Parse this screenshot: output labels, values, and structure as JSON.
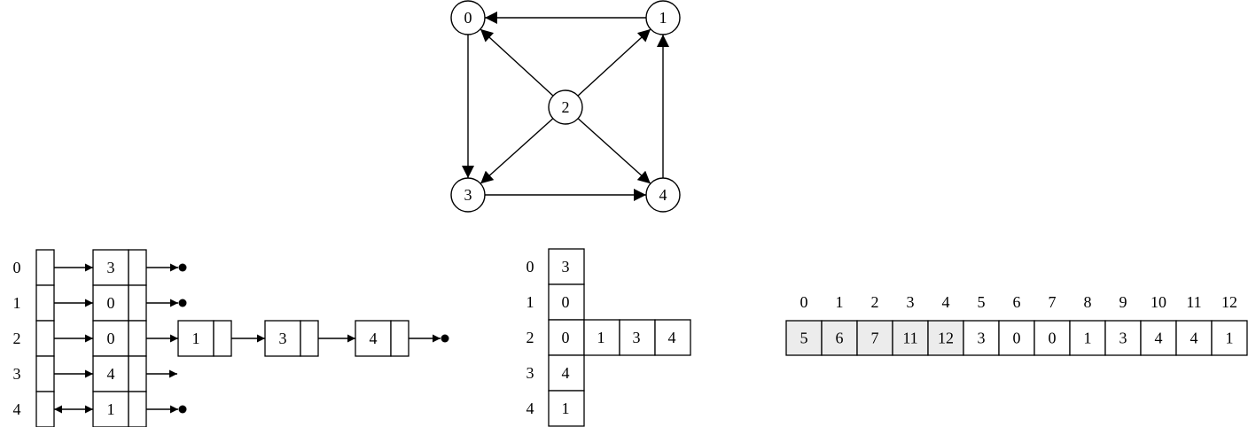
{
  "graph": {
    "nodes": [
      {
        "id": "0",
        "label": "0"
      },
      {
        "id": "1",
        "label": "1"
      },
      {
        "id": "2",
        "label": "2"
      },
      {
        "id": "3",
        "label": "3"
      },
      {
        "id": "4",
        "label": "4"
      }
    ],
    "edges": [
      {
        "from": "1",
        "to": "0"
      },
      {
        "from": "0",
        "to": "3"
      },
      {
        "from": "2",
        "to": "0"
      },
      {
        "from": "2",
        "to": "1"
      },
      {
        "from": "2",
        "to": "3"
      },
      {
        "from": "2",
        "to": "4"
      },
      {
        "from": "3",
        "to": "4"
      },
      {
        "from": "4",
        "to": "1"
      }
    ]
  },
  "adjacency_list": {
    "row_labels": [
      "0",
      "1",
      "2",
      "3",
      "4"
    ],
    "nodes": [
      [
        "3"
      ],
      [
        "0"
      ],
      [
        "0",
        "1",
        "3",
        "4"
      ],
      [
        "4"
      ],
      [
        "1"
      ]
    ]
  },
  "jagged_array": {
    "row_labels": [
      "0",
      "1",
      "2",
      "3",
      "4"
    ],
    "rows": [
      [
        "3"
      ],
      [
        "0"
      ],
      [
        "0",
        "1",
        "3",
        "4"
      ],
      [
        "4"
      ],
      [
        "1"
      ]
    ]
  },
  "flat_array": {
    "indices": [
      "0",
      "1",
      "2",
      "3",
      "4",
      "5",
      "6",
      "7",
      "8",
      "9",
      "10",
      "11",
      "12"
    ],
    "values": [
      "5",
      "6",
      "7",
      "11",
      "12",
      "3",
      "0",
      "0",
      "1",
      "3",
      "4",
      "4",
      "1"
    ],
    "shaded_count": 5,
    "shade_color": "#ececec"
  }
}
